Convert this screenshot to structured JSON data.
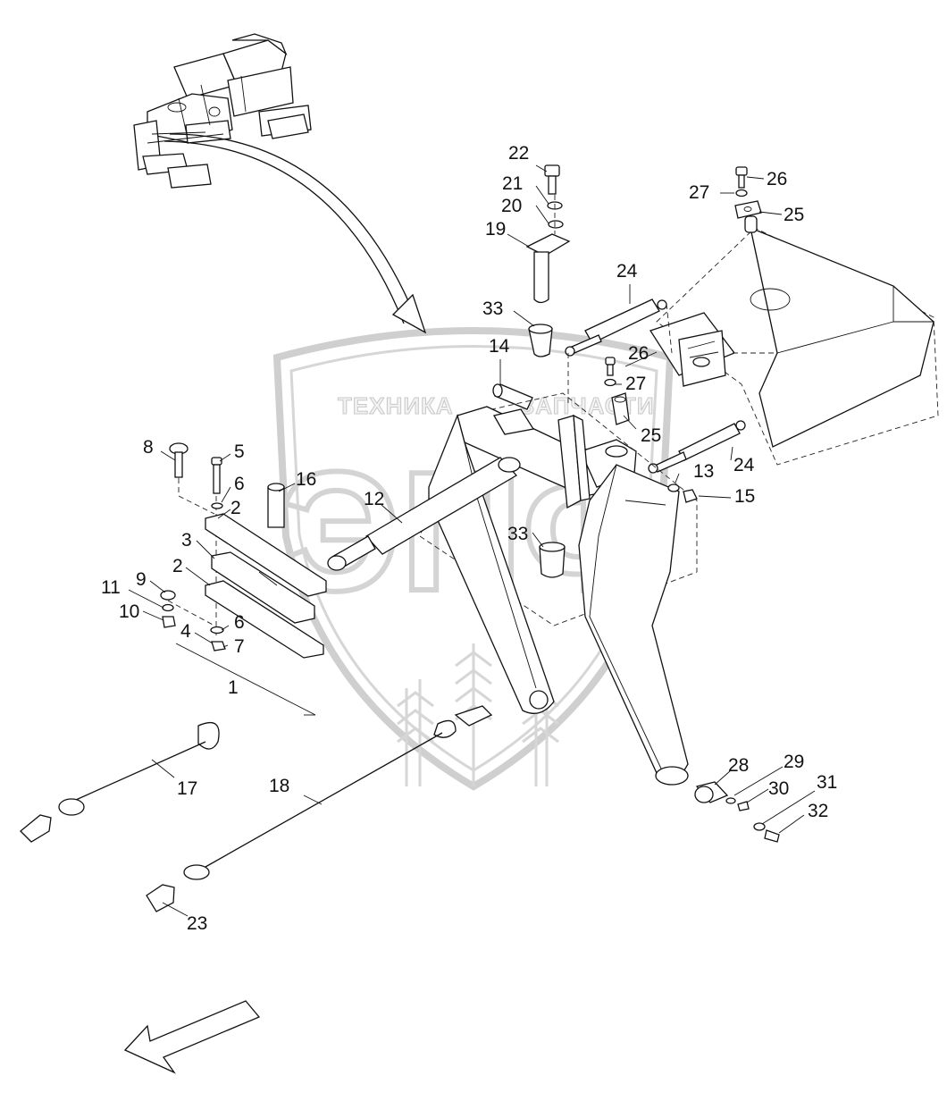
{
  "watermark": {
    "brand_left": "ТЕХНИКА",
    "brand_right": "ЗАПЧАСТИ",
    "logo": "ЭПФ"
  },
  "callouts": [
    "1",
    "2",
    "2",
    "3",
    "4",
    "5",
    "6",
    "6",
    "7",
    "8",
    "9",
    "10",
    "11",
    "12",
    "13",
    "14",
    "15",
    "16",
    "17",
    "18",
    "19",
    "20",
    "21",
    "22",
    "23",
    "24",
    "24",
    "25",
    "25",
    "26",
    "26",
    "27",
    "27",
    "28",
    "29",
    "30",
    "31",
    "32",
    "33",
    "33"
  ]
}
